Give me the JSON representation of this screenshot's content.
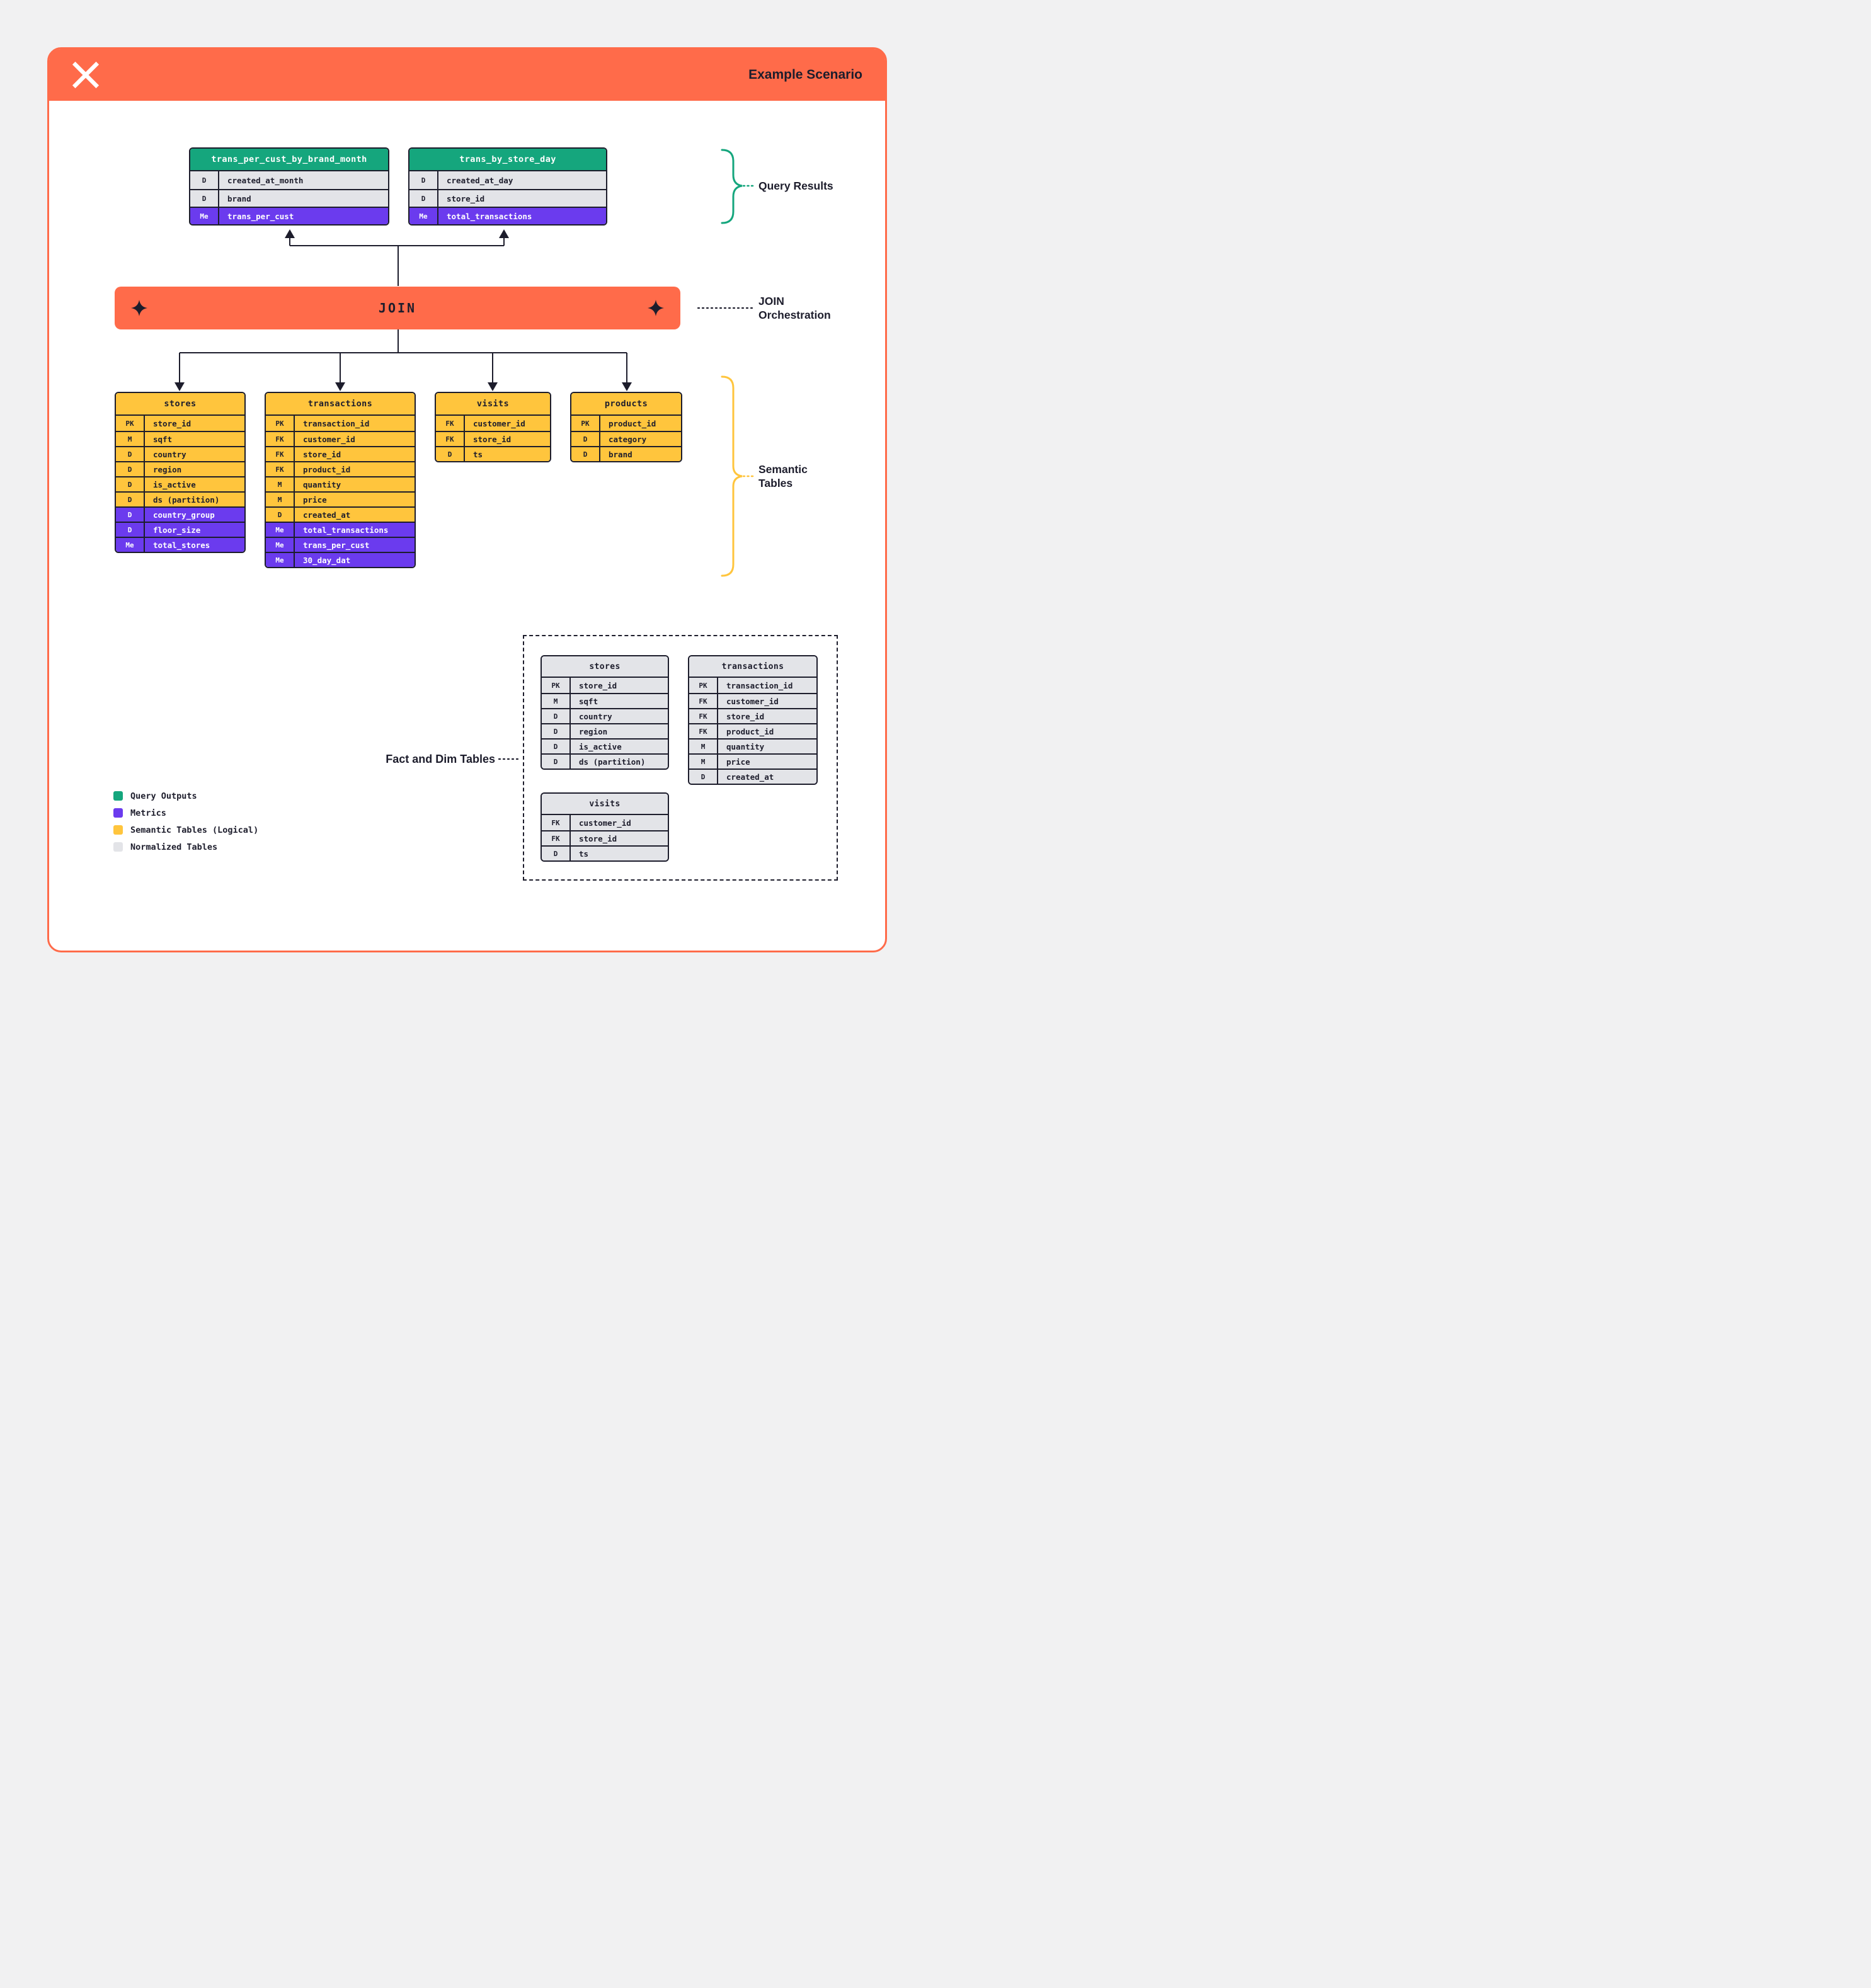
{
  "header": {
    "title": "Example Scenario"
  },
  "join_bar": {
    "label": "JOIN"
  },
  "side_labels": {
    "query_results": "Query Results",
    "join_orchestration": "JOIN Orchestration",
    "semantic_tables": "Semantic Tables",
    "fact_and_dim": "Fact and Dim Tables"
  },
  "colors": {
    "orange": "#FF6B4A",
    "green": "#15A67D",
    "purple": "#6B3BEE",
    "yellow": "#FFC53D",
    "gray": "#E3E4E8",
    "dark": "#1D1D2C"
  },
  "query_tables": [
    {
      "title": "trans_per_cust_by_brand_month",
      "rows": [
        {
          "key": "D",
          "name": "created_at_month",
          "metric": false
        },
        {
          "key": "D",
          "name": "brand",
          "metric": false
        },
        {
          "key": "Me",
          "name": "trans_per_cust",
          "metric": true
        }
      ]
    },
    {
      "title": "trans_by_store_day",
      "rows": [
        {
          "key": "D",
          "name": "created_at_day",
          "metric": false
        },
        {
          "key": "D",
          "name": "store_id",
          "metric": false
        },
        {
          "key": "Me",
          "name": "total_transactions",
          "metric": true
        }
      ]
    }
  ],
  "semantic_tables": [
    {
      "title": "stores",
      "rows": [
        {
          "key": "PK",
          "name": "store_id",
          "metric": false
        },
        {
          "key": "M",
          "name": "sqft",
          "metric": false
        },
        {
          "key": "D",
          "name": "country",
          "metric": false
        },
        {
          "key": "D",
          "name": "region",
          "metric": false
        },
        {
          "key": "D",
          "name": "is_active",
          "metric": false
        },
        {
          "key": "D",
          "name": "ds (partition)",
          "metric": false
        },
        {
          "key": "D",
          "name": "country_group",
          "metric": true
        },
        {
          "key": "D",
          "name": "floor_size",
          "metric": true
        },
        {
          "key": "Me",
          "name": "total_stores",
          "metric": true
        }
      ]
    },
    {
      "title": "transactions",
      "rows": [
        {
          "key": "PK",
          "name": "transaction_id",
          "metric": false
        },
        {
          "key": "FK",
          "name": "customer_id",
          "metric": false
        },
        {
          "key": "FK",
          "name": "store_id",
          "metric": false
        },
        {
          "key": "FK",
          "name": "product_id",
          "metric": false
        },
        {
          "key": "M",
          "name": "quantity",
          "metric": false
        },
        {
          "key": "M",
          "name": "price",
          "metric": false
        },
        {
          "key": "D",
          "name": "created_at",
          "metric": false
        },
        {
          "key": "Me",
          "name": "total_transactions",
          "metric": true
        },
        {
          "key": "Me",
          "name": "trans_per_cust",
          "metric": true
        },
        {
          "key": "Me",
          "name": "30_day_dat",
          "metric": true
        }
      ]
    },
    {
      "title": "visits",
      "rows": [
        {
          "key": "FK",
          "name": "customer_id",
          "metric": false
        },
        {
          "key": "FK",
          "name": "store_id",
          "metric": false
        },
        {
          "key": "D",
          "name": "ts",
          "metric": false
        }
      ]
    },
    {
      "title": "products",
      "rows": [
        {
          "key": "PK",
          "name": "product_id",
          "metric": false
        },
        {
          "key": "D",
          "name": "category",
          "metric": false
        },
        {
          "key": "D",
          "name": "brand",
          "metric": false
        }
      ]
    }
  ],
  "normalized_tables": [
    {
      "title": "stores",
      "rows": [
        {
          "key": "PK",
          "name": "store_id",
          "metric": false
        },
        {
          "key": "M",
          "name": "sqft",
          "metric": false
        },
        {
          "key": "D",
          "name": "country",
          "metric": false
        },
        {
          "key": "D",
          "name": "region",
          "metric": false
        },
        {
          "key": "D",
          "name": "is_active",
          "metric": false
        },
        {
          "key": "D",
          "name": "ds (partition)",
          "metric": false
        }
      ]
    },
    {
      "title": "transactions",
      "rows": [
        {
          "key": "PK",
          "name": "transaction_id",
          "metric": false
        },
        {
          "key": "FK",
          "name": "customer_id",
          "metric": false
        },
        {
          "key": "FK",
          "name": "store_id",
          "metric": false
        },
        {
          "key": "FK",
          "name": "product_id",
          "metric": false
        },
        {
          "key": "M",
          "name": "quantity",
          "metric": false
        },
        {
          "key": "M",
          "name": "price",
          "metric": false
        },
        {
          "key": "D",
          "name": "created_at",
          "metric": false
        }
      ]
    },
    {
      "title": "visits",
      "rows": [
        {
          "key": "FK",
          "name": "customer_id",
          "metric": false
        },
        {
          "key": "FK",
          "name": "store_id",
          "metric": false
        },
        {
          "key": "D",
          "name": "ts",
          "metric": false
        }
      ]
    }
  ],
  "legend": [
    {
      "label": "Query Outputs",
      "color": "#15A67D"
    },
    {
      "label": "Metrics",
      "color": "#6B3BEE"
    },
    {
      "label": "Semantic Tables (Logical)",
      "color": "#FFC53D"
    },
    {
      "label": "Normalized Tables",
      "color": "#E3E4E8"
    }
  ]
}
